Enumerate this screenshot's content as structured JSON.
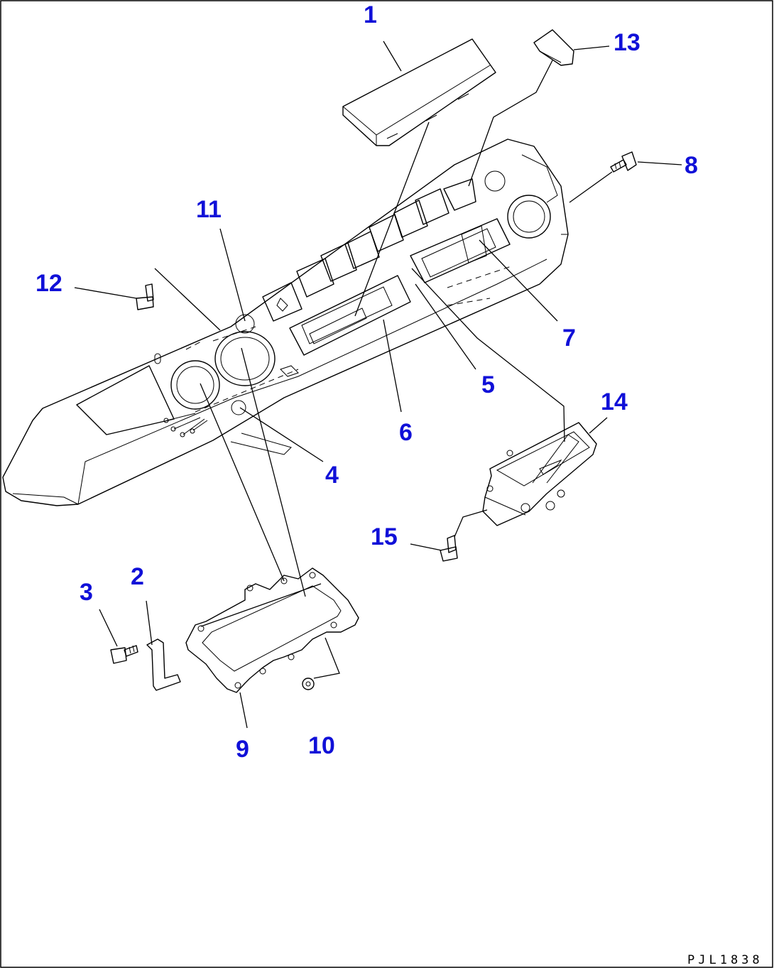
{
  "drawing_code": "PJL1838",
  "accent_color": "#1010d8",
  "callouts": [
    {
      "id": "c1",
      "label": "1"
    },
    {
      "id": "c2",
      "label": "2"
    },
    {
      "id": "c3",
      "label": "3"
    },
    {
      "id": "c4",
      "label": "4"
    },
    {
      "id": "c5",
      "label": "5"
    },
    {
      "id": "c6",
      "label": "6"
    },
    {
      "id": "c7",
      "label": "7"
    },
    {
      "id": "c8",
      "label": "8"
    },
    {
      "id": "c9",
      "label": "9"
    },
    {
      "id": "c10",
      "label": "10"
    },
    {
      "id": "c11",
      "label": "11"
    },
    {
      "id": "c12",
      "label": "12"
    },
    {
      "id": "c13",
      "label": "13"
    },
    {
      "id": "c14",
      "label": "14"
    },
    {
      "id": "c15",
      "label": "15"
    }
  ]
}
